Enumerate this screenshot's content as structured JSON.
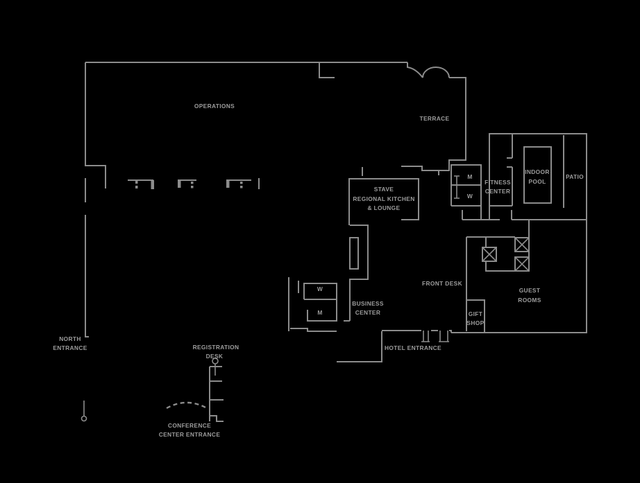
{
  "colors": {
    "background": "#000000",
    "wall": "#8c8c8c",
    "label": "#9c9c9c"
  },
  "floor_plan": {
    "rooms": {
      "operations": "OPERATIONS",
      "terrace": "TERRACE",
      "stave_line1": "STAVE",
      "stave_line2": "REGIONAL KITCHEN",
      "stave_line3": "& LOUNGE",
      "mens_restroom_upper": "M",
      "womens_restroom_upper": "W",
      "fitness_line1": "FITNESS",
      "fitness_line2": "CENTER",
      "pool_line1": "INDOOR",
      "pool_line2": "POOL",
      "patio": "PATIO",
      "front_desk": "FRONT DESK",
      "guest_line1": "GUEST",
      "guest_line2": "ROOMS",
      "gift_line1": "GIFT",
      "gift_line2": "SHOP",
      "business_line1": "BUSINESS",
      "business_line2": "CENTER",
      "womens_restroom_lower": "W",
      "mens_restroom_lower": "M",
      "hotel_entrance": "HOTEL ENTRANCE",
      "north_line1": "NORTH",
      "north_line2": "ENTRANCE",
      "registration_line1": "REGISTRATION",
      "registration_line2": "DESK",
      "conference_line1": "CONFERENCE",
      "conference_line2": "CENTER ENTRANCE"
    }
  }
}
